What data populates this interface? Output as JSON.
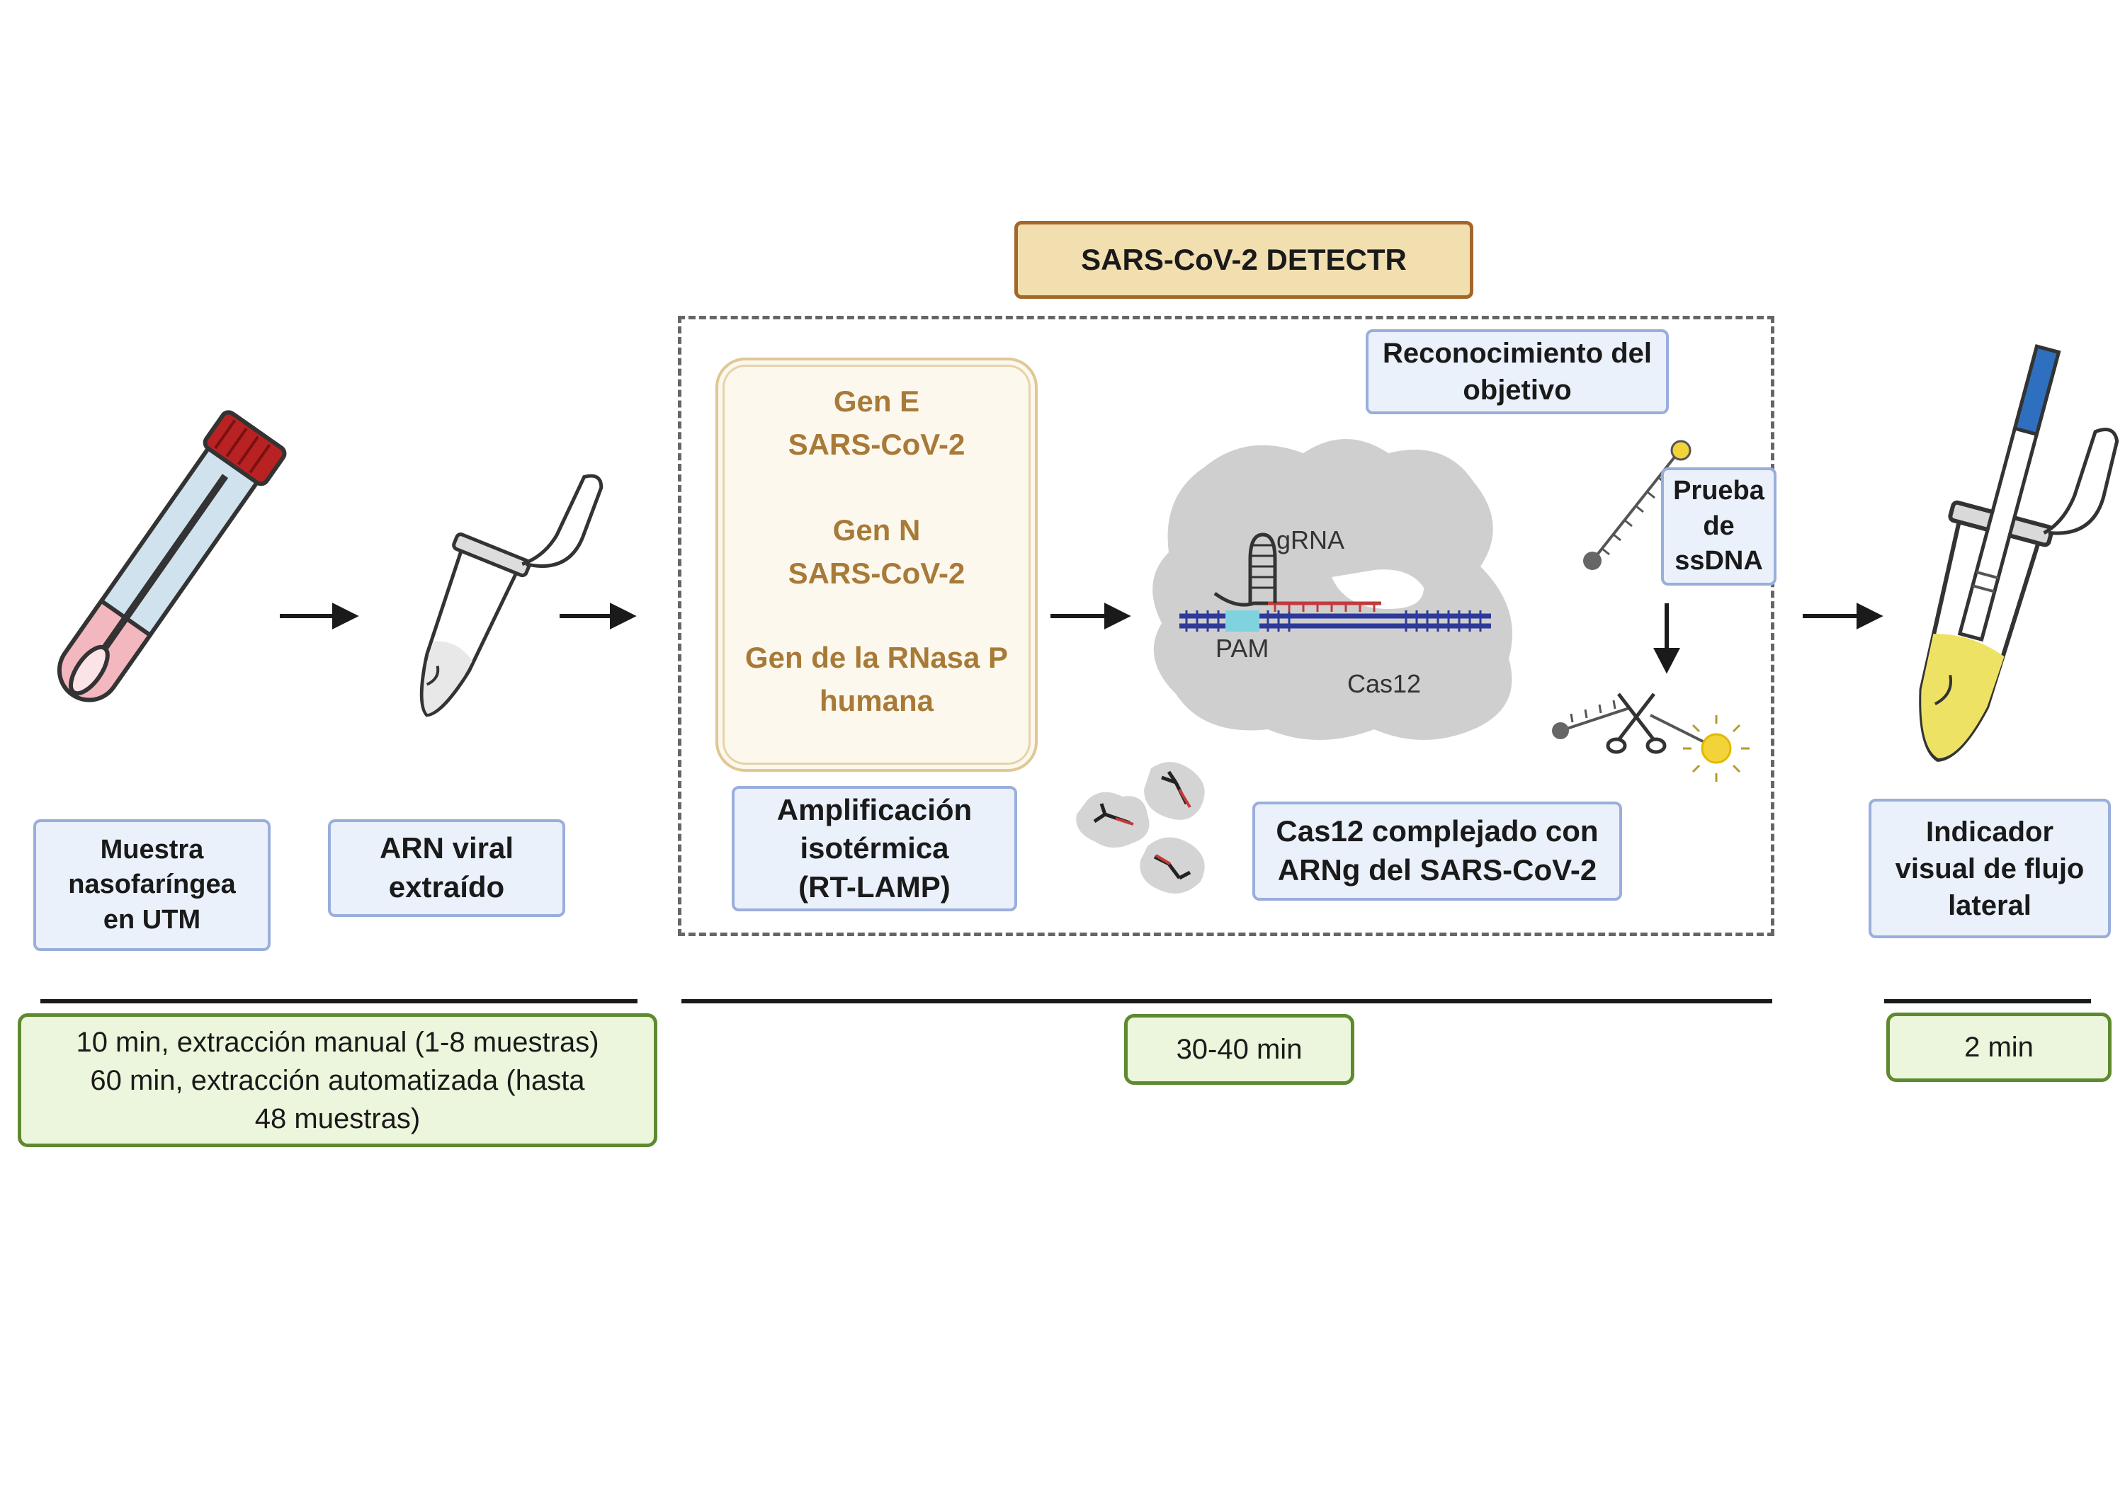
{
  "header": {
    "title": "SARS-CoV-2 DETECTR"
  },
  "steps": {
    "sample": "Muestra\nnasofaríngea\nen UTM",
    "rna": "ARN viral\nextraído",
    "amplification": "Amplificación\nisotérmica\n(RT-LAMP)",
    "target": "Reconocimiento del\nobjetivo",
    "probe": "Prueba\nde\nssDNA",
    "complex": "Cas12 complejado con\nARNg del SARS-CoV-2",
    "readout": "Indicador\nvisual de flujo\nlateral"
  },
  "genes": {
    "gene_e": "Gen E\nSARS-CoV-2",
    "gene_n": "Gen N\nSARS-CoV-2",
    "gene_rnasep": "Gen de la RNasa P\nhumana"
  },
  "cas12": {
    "grna": "gRNA",
    "pam": "PAM",
    "cas12": "Cas12"
  },
  "times": {
    "extraction": "10 min, extracción manual (1-8 muestras)\n60 min, extracción automatizada (hasta\n48 muestras)",
    "detectr": "30-40 min",
    "readout": "2 min"
  },
  "colors": {
    "gene_text": "#a87a38",
    "title_fill": "#f2dfb0",
    "title_border": "#a3672a",
    "label_border": "#9aaedc",
    "time_border": "#5e8a2f"
  }
}
